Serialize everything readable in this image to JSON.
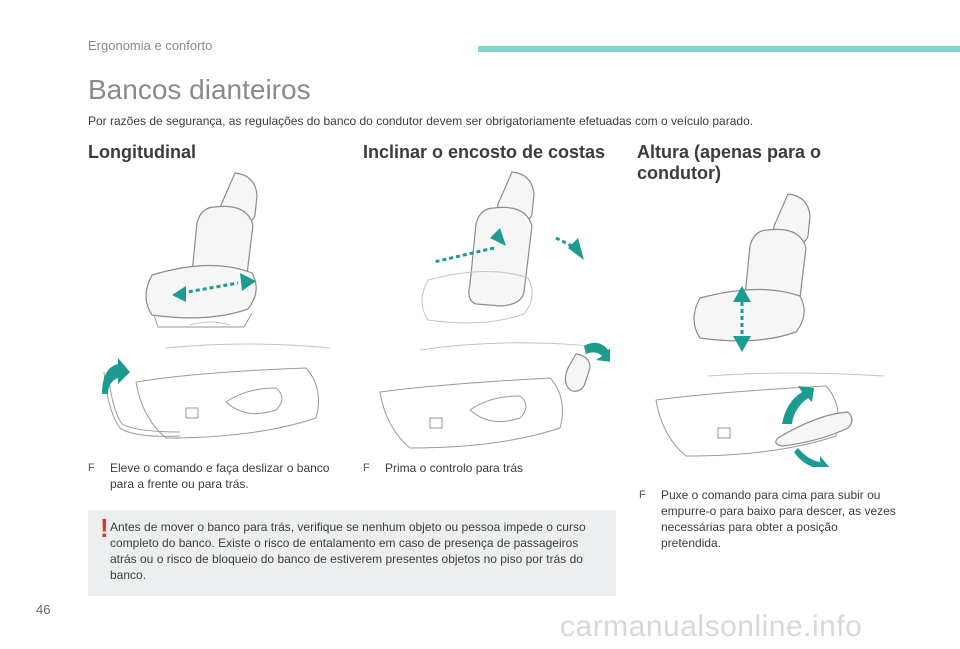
{
  "header": {
    "section": "Ergonomia e conforto"
  },
  "page": {
    "title": "Bancos dianteiros",
    "intro": "Por razões de segurança, as regulações do banco do condutor devem ser obrigatoriamente efetuadas com o veículo parado.",
    "number": "46"
  },
  "columns": [
    {
      "heading": "Longitudinal",
      "bullet": "Eleve o comando e faça deslizar o banco para a frente ou para trás."
    },
    {
      "heading": "Inclinar o encosto de costas",
      "bullet": "Prima o controlo para trás"
    },
    {
      "heading": "Altura (apenas para o condutor)",
      "bullet": "Puxe o comando para cima para subir ou empurre-o para baixo para descer, as vezes necessárias para obter a posição pretendida."
    }
  ],
  "warning": {
    "mark": "!",
    "text": "Antes de mover o banco para trás, verifique se nenhum objeto ou pessoa impede o curso completo do banco. Existe o risco de entalamento em caso de presença de passageiros atrás ou o risco de bloqueio do banco de estiverem presentes objetos no piso por trás do banco."
  },
  "bullet_marker": "F",
  "watermark": "carmanualsonline.info",
  "colors": {
    "accent_bar": "#7dd7cf",
    "arrow": "#1c9c91",
    "warning_mark": "#e2342b",
    "warning_bg": "#eceeef"
  }
}
